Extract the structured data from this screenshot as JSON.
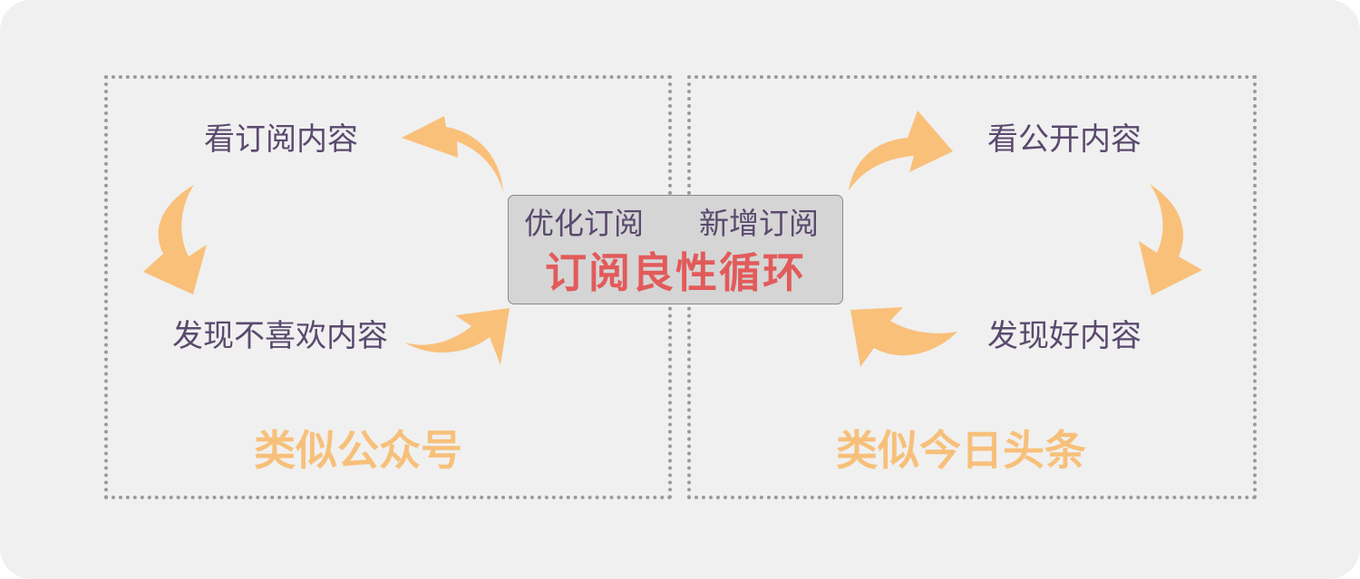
{
  "colors": {
    "background": "#f0f0f0",
    "arrow": "#f9c07a",
    "label_text": "#5a4a6e",
    "title_text": "#f7c07a",
    "center_main_text": "#e25b5b",
    "center_box": "#d5d5d5",
    "dotted_border": "#9a9a9a"
  },
  "center": {
    "optimize": "优化订阅",
    "add": "新增订阅",
    "main": "订阅良性循环"
  },
  "left_panel": {
    "title": "类似公众号",
    "step_top": "看订阅内容",
    "step_bottom": "发现不喜欢内容"
  },
  "right_panel": {
    "title": "类似今日头条",
    "step_top": "看公开内容",
    "step_bottom": "发现好内容"
  }
}
